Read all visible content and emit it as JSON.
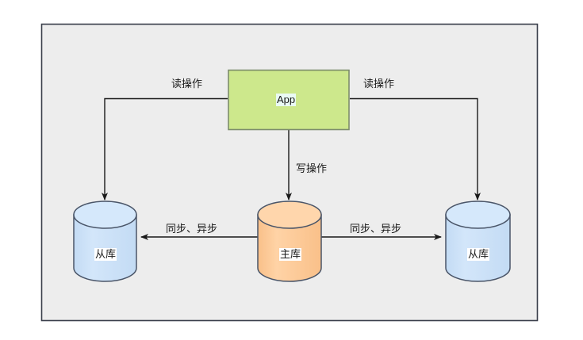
{
  "diagram": {
    "type": "architecture-diagram",
    "title": "",
    "container": {
      "name": "outer-container",
      "fill": "#ededed",
      "stroke": "#3a3f4b"
    },
    "nodes": [
      {
        "id": "app",
        "label": "App",
        "shape": "rectangle",
        "fill": "#cde88c",
        "stroke": "#7a8a6a"
      },
      {
        "id": "slave-left",
        "label": "从库",
        "shape": "cylinder",
        "fill": "#cce0f7",
        "stroke": "#4a5568"
      },
      {
        "id": "master",
        "label": "主库",
        "shape": "cylinder",
        "fill": "#fcca94",
        "stroke": "#4a5568"
      },
      {
        "id": "slave-right",
        "label": "从库",
        "shape": "cylinder",
        "fill": "#cce0f7",
        "stroke": "#4a5568"
      }
    ],
    "edges": [
      {
        "id": "read-left",
        "label": "读操作",
        "from": "app",
        "to": "slave-left",
        "direction": "to"
      },
      {
        "id": "read-right",
        "label": "读操作",
        "from": "app",
        "to": "slave-right",
        "direction": "to"
      },
      {
        "id": "write",
        "label": "写操作",
        "from": "app",
        "to": "master",
        "direction": "to"
      },
      {
        "id": "replicate-left",
        "label": "同步、异步",
        "from": "master",
        "to": "slave-left",
        "direction": "to"
      },
      {
        "id": "replicate-right",
        "label": "同步、异步",
        "from": "master",
        "to": "slave-right",
        "direction": "to"
      }
    ]
  }
}
